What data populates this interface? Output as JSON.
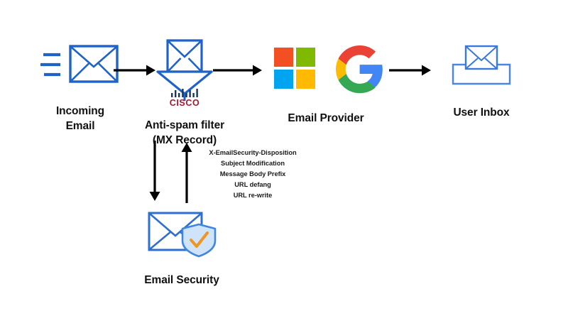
{
  "diagram": {
    "title": "Email flow through anti-spam filter and email security",
    "colors": {
      "envelope_blue": "#1f63c8",
      "inbox_blue": "#4a86e8",
      "arrow_black": "#000000",
      "label_dark": "#101012",
      "cisco_red": "#9e1b32",
      "cisco_blue": "#1a355e",
      "shield_fill": "#cfe4fb",
      "shield_stroke": "#1f63c8",
      "check_orange": "#f0951f",
      "ms_red": "#f25022",
      "ms_green": "#7fba00",
      "ms_blue": "#00a4ef",
      "ms_yellow": "#ffb900",
      "google_red": "#ea4335",
      "google_yellow": "#fbbc05",
      "google_green": "#34a853",
      "google_blue": "#4285f4"
    },
    "nodes": [
      {
        "id": "incoming-email",
        "label": "Incoming\nEmail",
        "icon": "incoming-envelope-icon"
      },
      {
        "id": "antispam-filter",
        "label": "Anti-spam filter\n(MX Record)",
        "icon": "envelope-funnel-icon",
        "brand": "CISCO"
      },
      {
        "id": "email-provider",
        "label": "Email Provider",
        "icons": [
          "microsoft-logo-icon",
          "google-logo-icon"
        ]
      },
      {
        "id": "user-inbox",
        "label": "User Inbox",
        "icon": "inbox-tray-envelope-icon"
      },
      {
        "id": "email-security",
        "label": "Email Security",
        "icon": "envelope-shield-check-icon"
      }
    ],
    "arrows": [
      {
        "id": "arrow-incoming-to-filter",
        "direction": "right"
      },
      {
        "id": "arrow-filter-to-provider",
        "direction": "right"
      },
      {
        "id": "arrow-provider-to-inbox",
        "direction": "right"
      },
      {
        "id": "arrow-filter-to-security",
        "direction": "down"
      },
      {
        "id": "arrow-security-to-filter",
        "direction": "up"
      }
    ],
    "annotations": {
      "actions": [
        "X-EmailSecurity-Disposition",
        "Subject Modification",
        "Message Body Prefix",
        "URL defang",
        "URL re-write"
      ]
    }
  }
}
